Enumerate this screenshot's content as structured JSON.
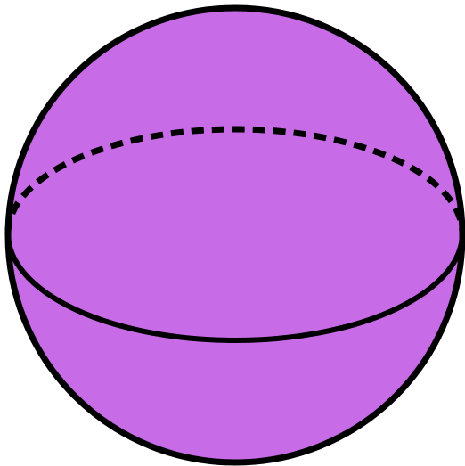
{
  "figure": {
    "shape": "sphere",
    "colors": {
      "fill": "#c76be6",
      "stroke": "#000000",
      "background": "#ffffff"
    },
    "equator": {
      "front_style": "solid",
      "back_style": "dashed"
    }
  }
}
